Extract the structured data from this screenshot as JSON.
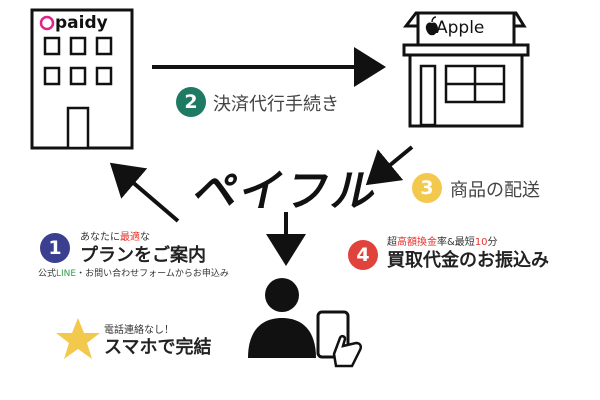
{
  "nodes": {
    "paidy_building": {
      "brand_label": "paidy",
      "brand_color": "#e0238a"
    },
    "apple_store": {
      "sign_label": " Apple"
    },
    "center_brand": {
      "text": "ペイフル"
    }
  },
  "steps": [
    {
      "number": "1",
      "color": "#3b3f8f",
      "pretitle_part1": "あなたに",
      "pretitle_highlight": "最適",
      "pretitle_part2": "な",
      "title": "プランをご案内",
      "note_part1": "公式",
      "note_highlight": "LINE",
      "note_part2": "・お問い合わせフォームからお申込み"
    },
    {
      "number": "2",
      "color": "#1f7a64",
      "title": "決済代行手続き"
    },
    {
      "number": "3",
      "color": "#f2c94c",
      "title": "商品の配送"
    },
    {
      "number": "4",
      "color": "#e0433b",
      "pretitle_part1": "超",
      "pretitle_highlight1": "高額換金",
      "pretitle_part2": "率&最短",
      "pretitle_highlight2": "10",
      "pretitle_part3": "分",
      "title": "買取代金のお振込み"
    }
  ],
  "star_note": {
    "pretitle": "電話連絡なし！",
    "title": "スマホで完結",
    "star_color": "#f2c94c"
  },
  "colors": {
    "arrow": "#111111",
    "accent_red": "#e8302a",
    "accent_green": "#2aa24a"
  }
}
